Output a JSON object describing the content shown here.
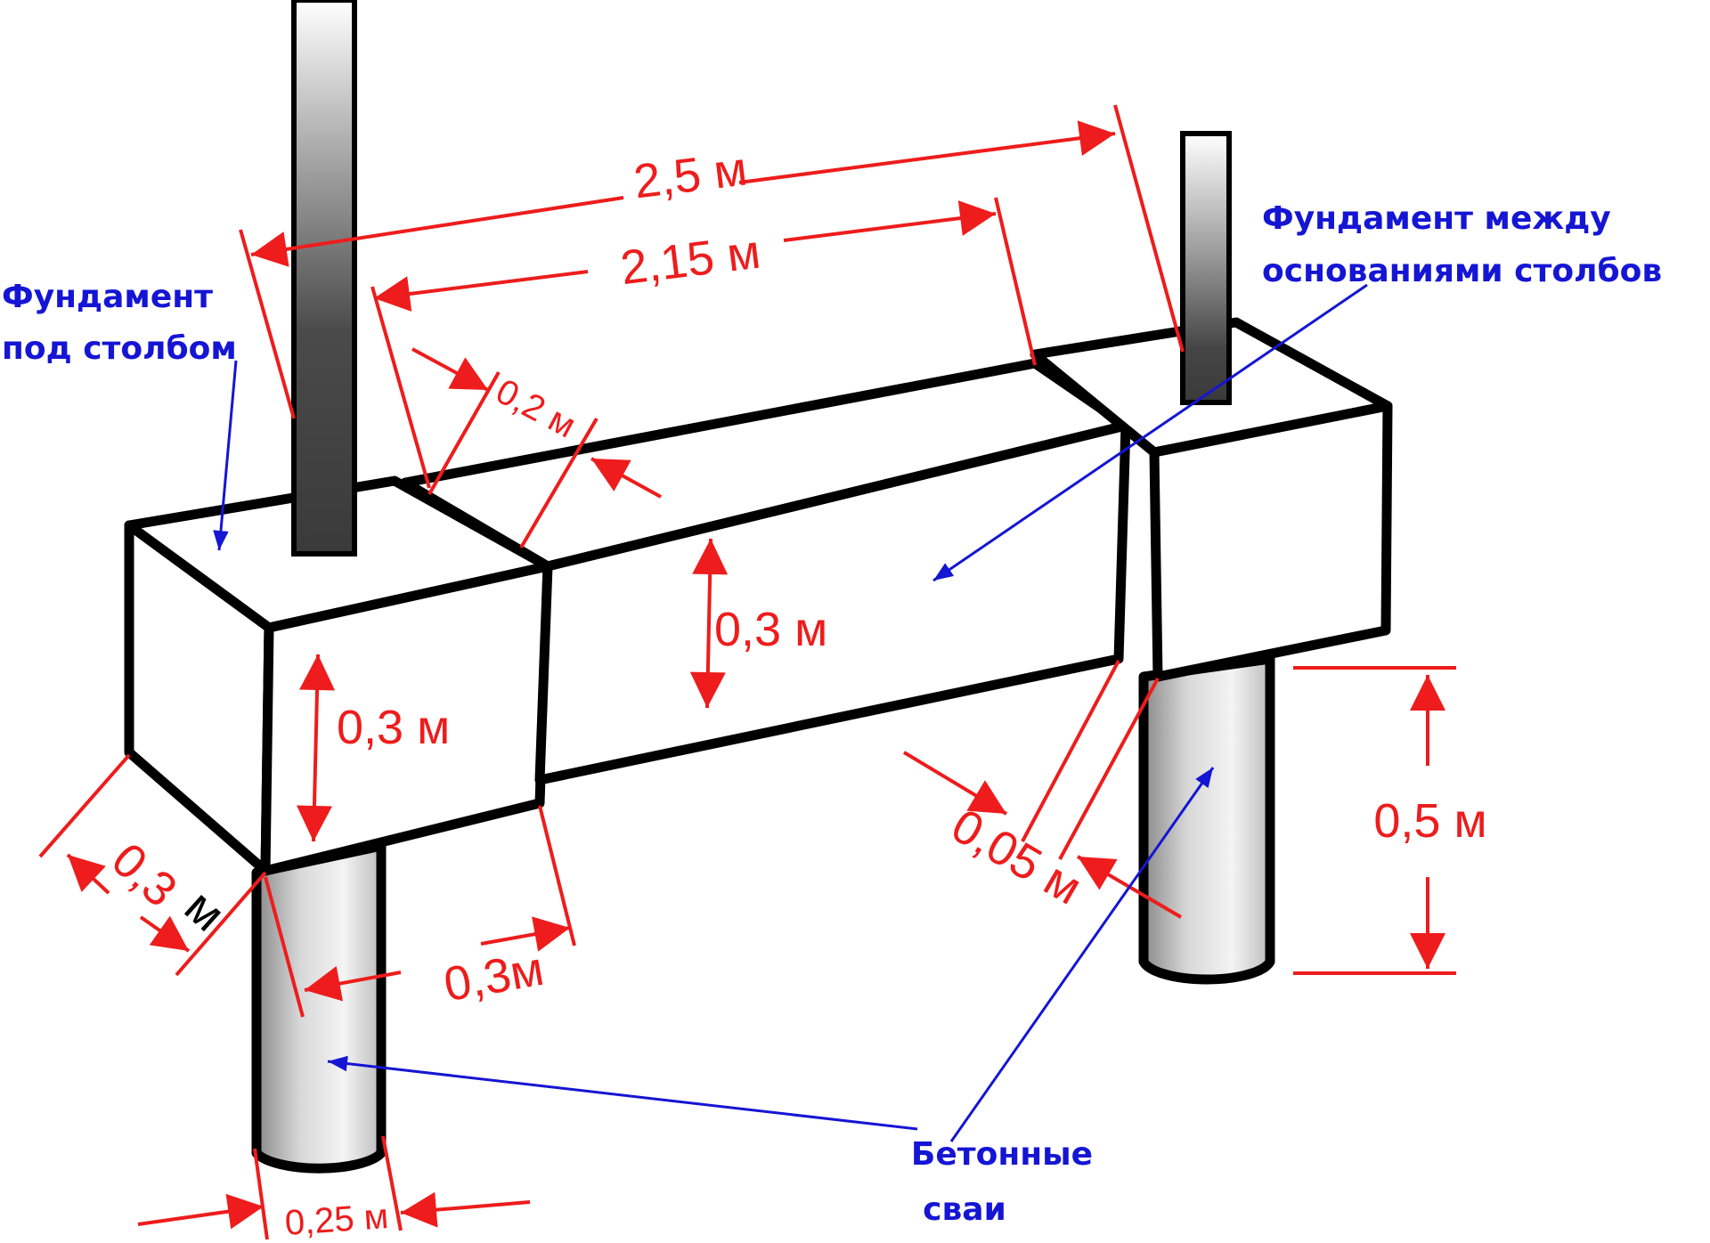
{
  "dimensions": {
    "overall_length": "2,5 м",
    "inner_length": "2,15 м",
    "beam_width": "0,2 м",
    "beam_height": "0,3 м",
    "block_height": "0,3 м",
    "block_depth_number": "0,3",
    "block_depth_unit": "м",
    "block_width": "0,3м",
    "gap": "0,05 м",
    "pile_height": "0,5 м",
    "pile_diameter": "0,25 м"
  },
  "labels": {
    "post_foundation_line1": "Фундамент",
    "post_foundation_line2": "под столбом",
    "between_foundation_line1": "Фундамент между",
    "between_foundation_line2": "основаниями столбов",
    "piles_line1": "Бетонные",
    "piles_line2": "сваи"
  },
  "colors": {
    "dimension": "#ee1c1c",
    "label": "#1515d4",
    "outline": "#000000"
  }
}
